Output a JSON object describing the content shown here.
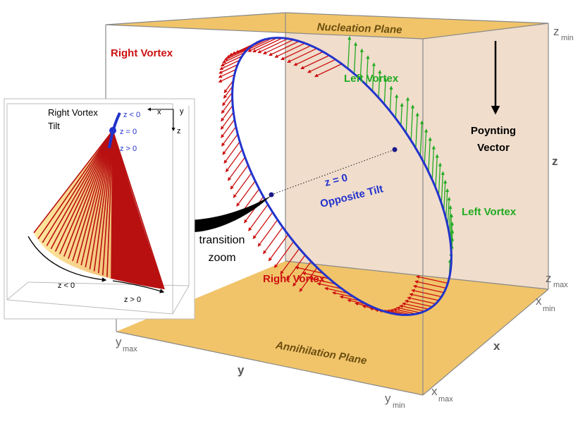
{
  "planes": {
    "nucleation": "Nucleation Plane",
    "annihilation": "Annihilation Plane"
  },
  "vortex_labels": {
    "right_top": "Right Vortex",
    "right_bottom": "Right Vortex",
    "left_top": "Left Vortex",
    "left_right": "Left Vortex"
  },
  "poynting": {
    "line1": "Poynting",
    "line2": "Vector"
  },
  "center": {
    "line1": "z = 0",
    "line2": "Opposite Tilt"
  },
  "transition": {
    "line1": "transition",
    "line2": "zoom"
  },
  "axes": {
    "z": "z",
    "x": "x",
    "y": "y",
    "zmin": "z",
    "zmin_sub": "min",
    "zmax": "z",
    "zmax_sub": "max",
    "xmin": "x",
    "xmin_sub": "min",
    "xmax": "x",
    "xmax_sub": "max",
    "ymax": "y",
    "ymax_sub": "max",
    "ymin": "y",
    "ymin_sub": "min"
  },
  "inset": {
    "title1": "Right Vortex",
    "title2": "Tilt",
    "z_neg": "z < 0",
    "z_zero": "z = 0",
    "z_pos": "z > 0",
    "bottom_neg": "z < 0",
    "bottom_pos": "z > 0",
    "axis_x": "x",
    "axis_y": "y",
    "axis_z": "z"
  },
  "colors": {
    "right_vortex": "#cc1111",
    "left_vortex": "#22aa22",
    "loop": "#2233cc",
    "plane": "#f0c060",
    "box_face": "#e9d2bd"
  }
}
